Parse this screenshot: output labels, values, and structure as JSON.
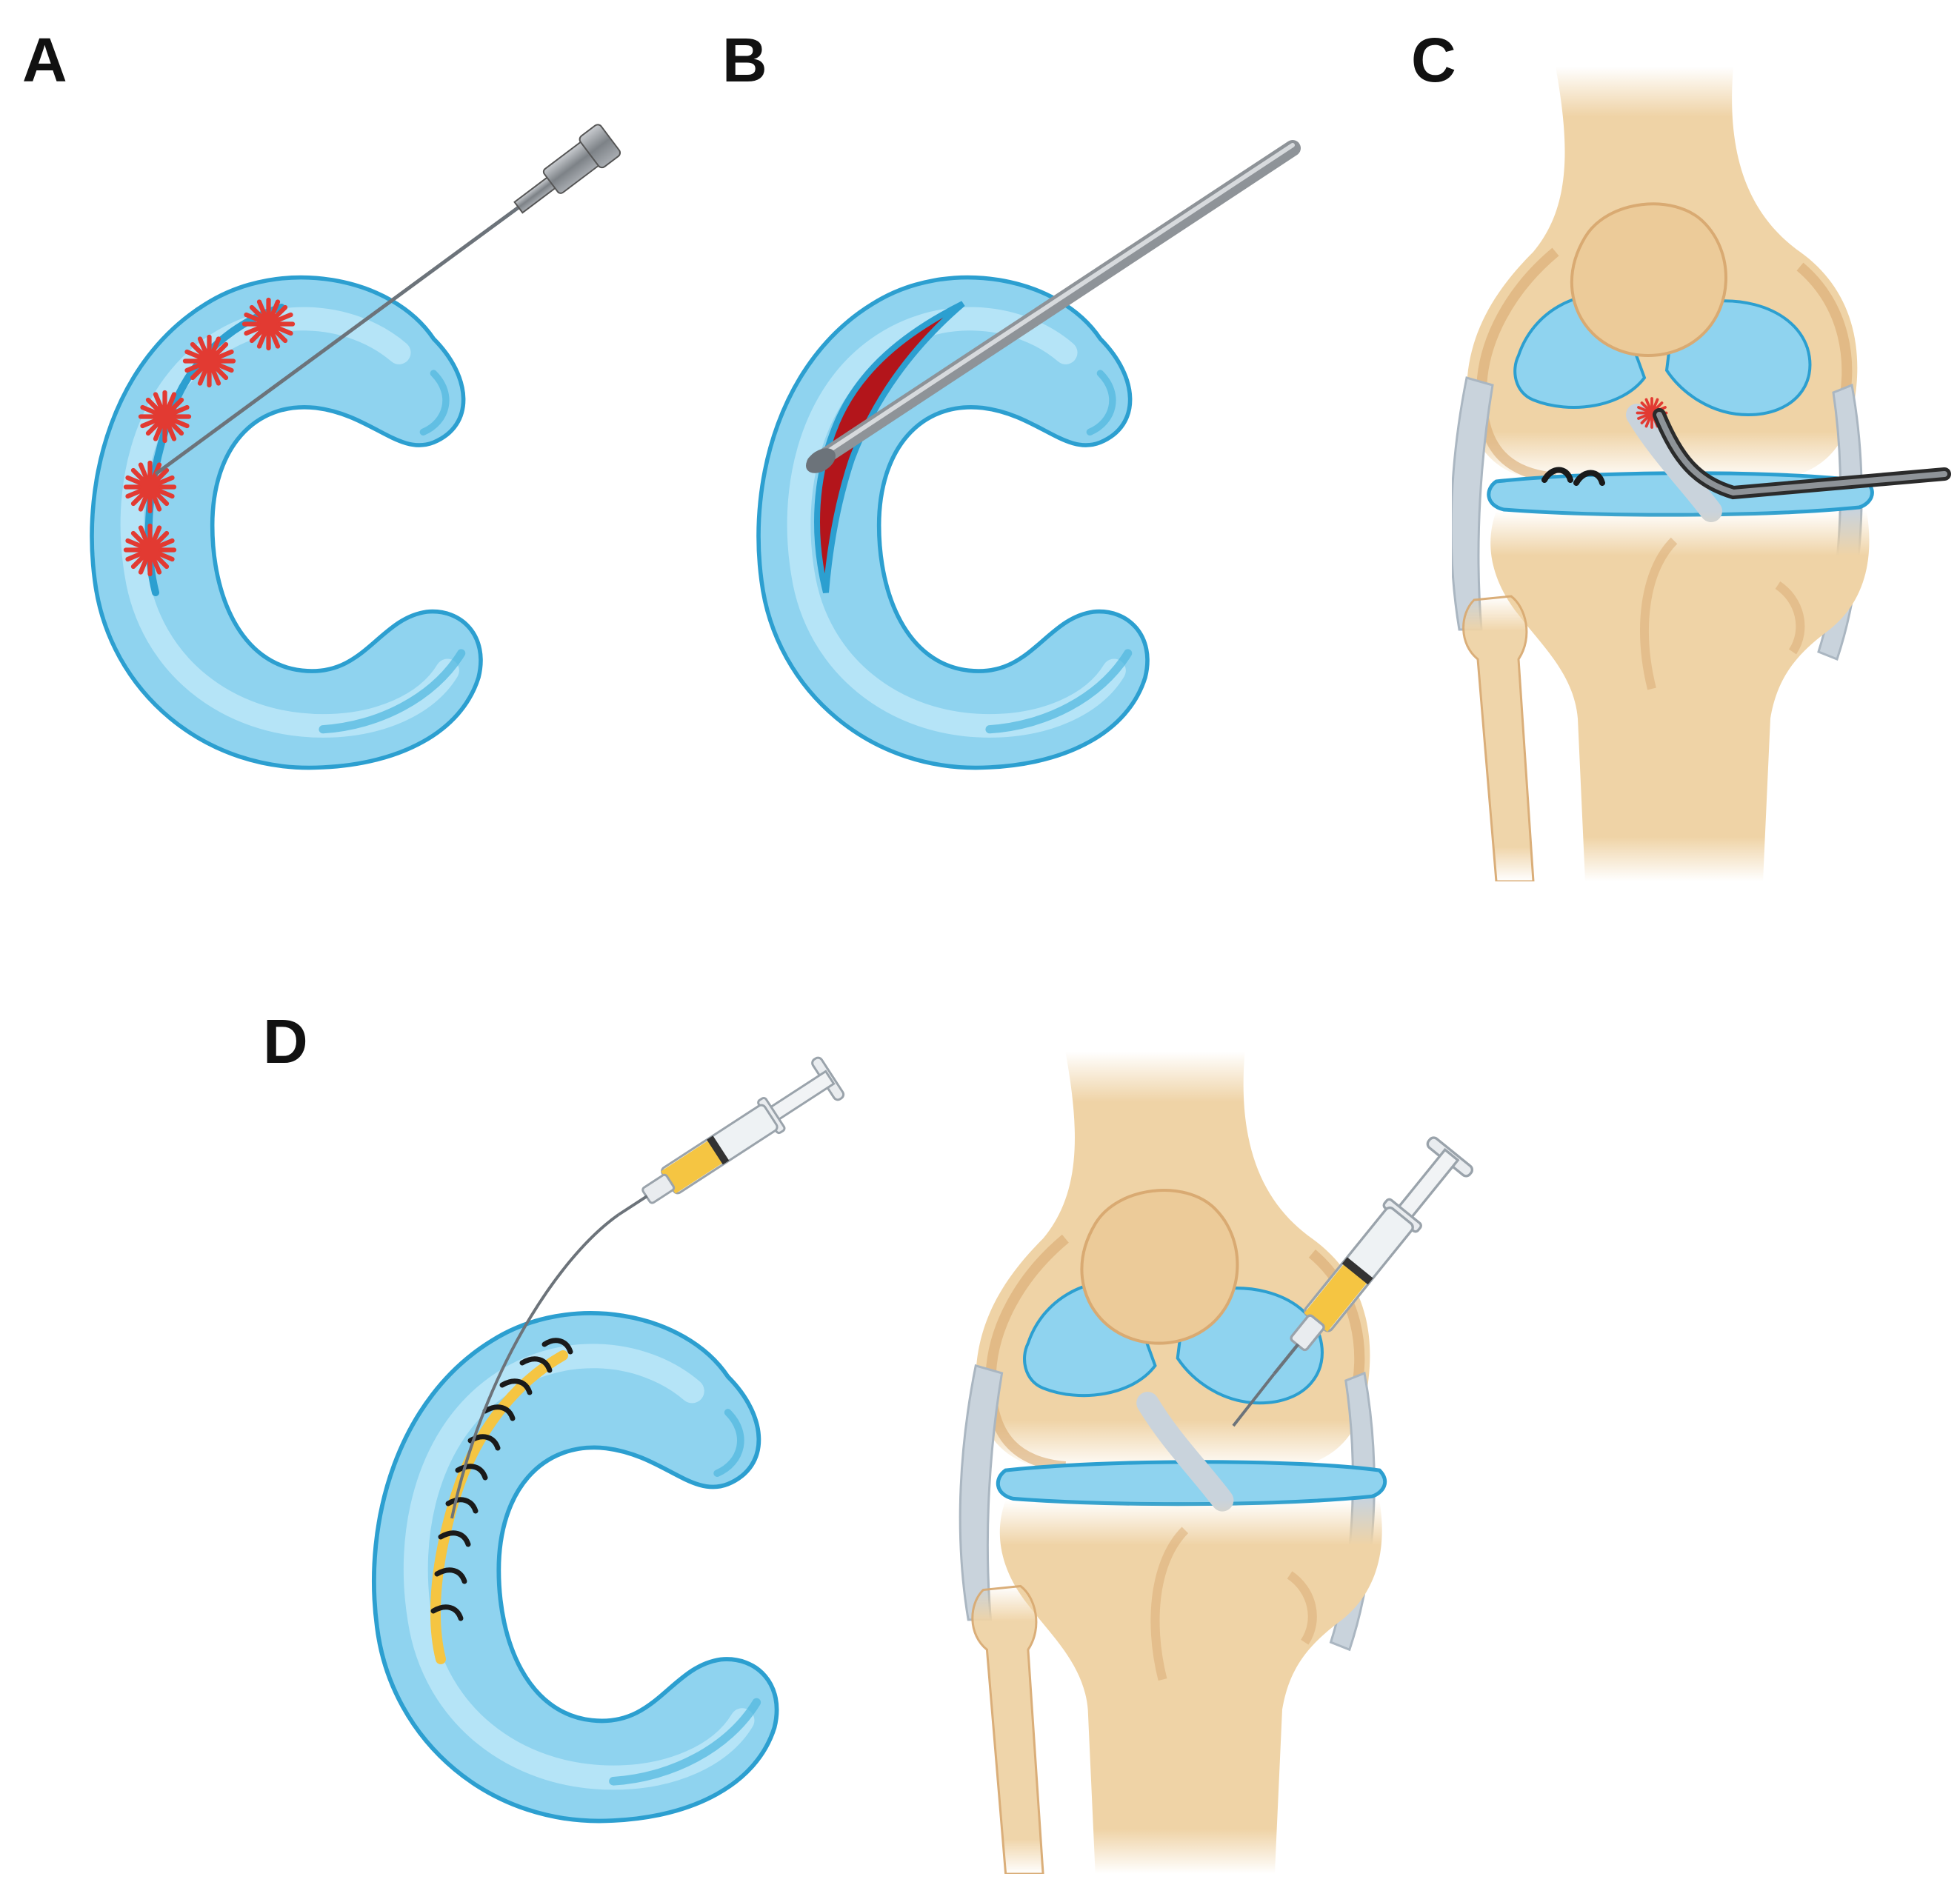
{
  "panels": {
    "a": {
      "label": "A",
      "content": [
        "meniscus",
        "needle",
        "trephination-marks"
      ]
    },
    "b": {
      "label": "B",
      "content": [
        "meniscus",
        "tear",
        "rasp"
      ]
    },
    "c": {
      "label": "C",
      "content": [
        "knee-joint",
        "repaired-meniscus",
        "curved-instrument"
      ]
    },
    "d": {
      "label": "D",
      "content": [
        "sutured-meniscus",
        "syringe-injection",
        "knee-joint",
        "syringe-injection"
      ]
    }
  },
  "colors": {
    "meniscus_fill": "#8fd3ef",
    "meniscus_light": "#b9e6f7",
    "meniscus_outline": "#2c9fd0",
    "bone": "#efd3a6",
    "bone_shadow": "#d9aa72",
    "bleed": "#e23a32",
    "tear": "#b3151b",
    "instrument": "#8e9398",
    "injectate": "#f5c542",
    "suture": "#1a1a1a",
    "ligament": "#c9d3dc"
  }
}
